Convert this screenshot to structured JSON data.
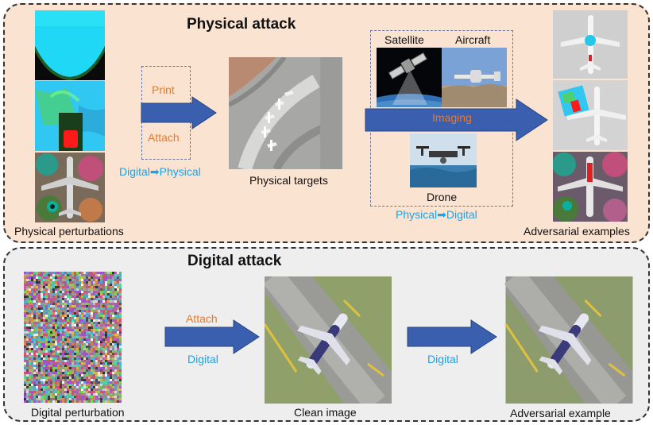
{
  "physical": {
    "title": "Physical attack",
    "perturbations_caption": "Physical perturbations",
    "print_label": "Print",
    "attach_label": "Attach",
    "digital_to_physical": {
      "from": "Digital",
      "arrow": "➡",
      "to": "Physical"
    },
    "targets_caption": "Physical targets",
    "platforms": {
      "satellite": "Satellite",
      "aircraft": "Aircraft",
      "drone": "Drone"
    },
    "imaging_label": "Imaging",
    "physical_to_digital": {
      "from": "Physical",
      "arrow": "➡",
      "to": "Digital"
    },
    "adversarial_caption": "Adversarial examples"
  },
  "digital": {
    "title": "Digital attack",
    "perturbation_caption": "Digital perturbation",
    "attach_label": "Attach",
    "digital_label_1": "Digital",
    "clean_caption": "Clean image",
    "digital_label_2": "Digital",
    "adversarial_caption": "Adversarial example"
  },
  "colors": {
    "physical_panel": "#fbe3d2",
    "digital_panel": "#eeeeee",
    "arrow": "#3a5fae",
    "orange_text": "#e87a2a",
    "blue_text": "#1aa3e8"
  }
}
